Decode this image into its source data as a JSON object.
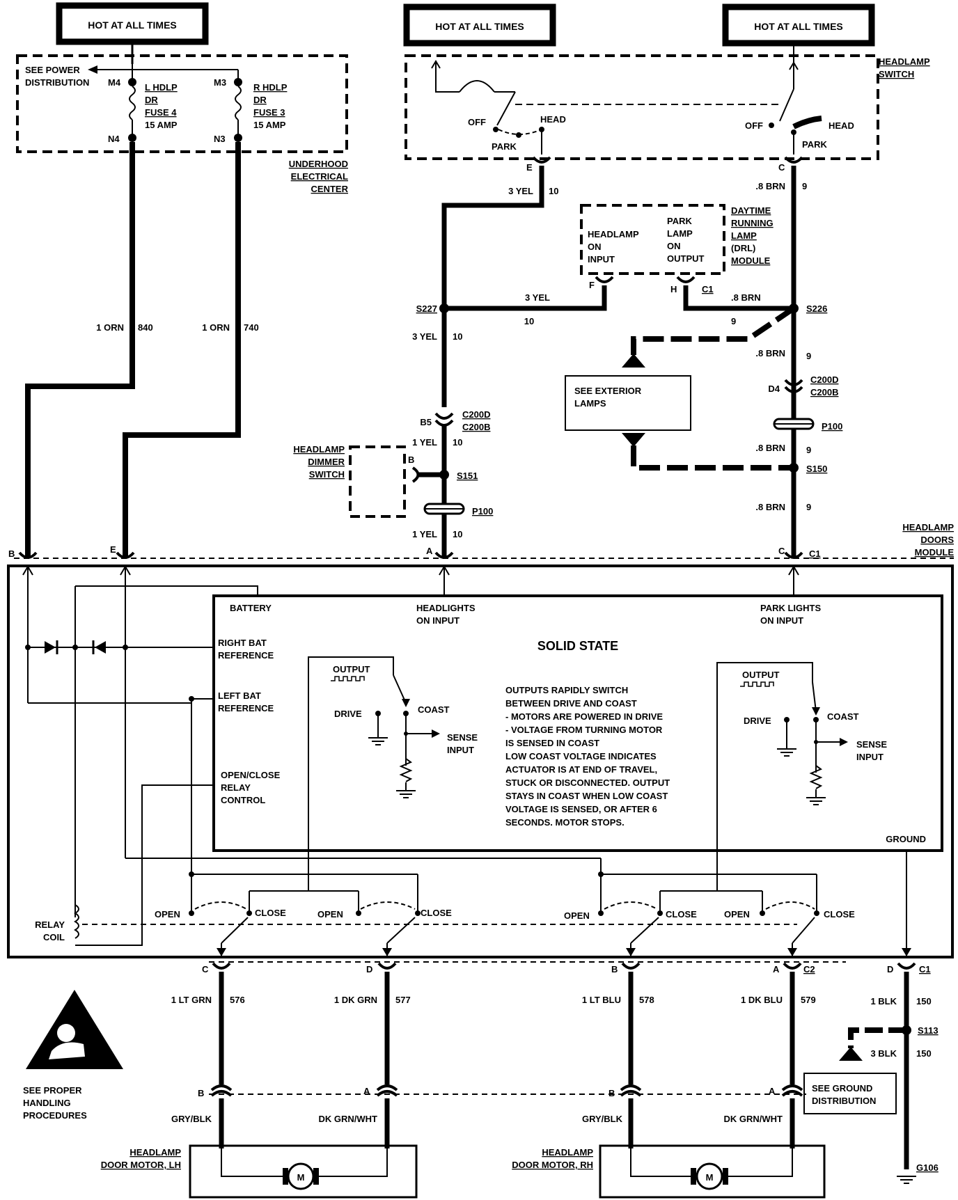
{
  "labels": {
    "hot1": "HOT AT ALL TIMES",
    "hot2": "HOT AT ALL TIMES",
    "hot3": "HOT AT ALL TIMES",
    "see_power_1": "SEE POWER",
    "see_power_2": "DISTRIBUTION",
    "m4": "M4",
    "m3": "M3",
    "n4": "N4",
    "n3": "N3",
    "fuse4_1": "L HDLP",
    "fuse4_2": "DR",
    "fuse4_3": "FUSE 4",
    "fuse4_4": "15 AMP",
    "fuse3_1": "R HDLP",
    "fuse3_2": "DR",
    "fuse3_3": "FUSE 3",
    "fuse3_4": "15 AMP",
    "uec_1": "UNDERHOOD",
    "uec_2": "ELECTRICAL",
    "uec_3": "CENTER",
    "hs_1": "HEADLAMP",
    "hs_2": "SWITCH",
    "off": "OFF",
    "head": "HEAD",
    "park": "PARK",
    "off2": "OFF",
    "head2": "HEAD",
    "park2": "PARK",
    "conn_e": "E",
    "conn_c": "C",
    "w_3yel_1": "3 YEL",
    "w_10_1": "10",
    "w_8brn_1": ".8 BRN",
    "w_9_1": "9",
    "drl_1": "DAYTIME",
    "drl_2": "RUNNING",
    "drl_3": "LAMP",
    "drl_4": "(DRL)",
    "drl_5": "MODULE",
    "drl_in_1": "HEADLAMP",
    "drl_in_2": "ON",
    "drl_in_3": "INPUT",
    "drl_out_1": "PARK",
    "drl_out_2": "LAMP",
    "drl_out_3": "ON",
    "drl_out_4": "OUTPUT",
    "drl_f": "F",
    "drl_h": "H",
    "drl_c1": "C1",
    "w_3yel_2": "3 YEL",
    "w_10_2": "10",
    "w_8brn_2": ".8 BRN",
    "w_9_2": "9",
    "s227": "S227",
    "s226": "S226",
    "w_1orn_a": "1 ORN",
    "w_840": "840",
    "w_1orn_b": "1 ORN",
    "w_740": "740",
    "w_3yel_3": "3 YEL",
    "w_10_3": "10",
    "w_8brn_3": ".8 BRN",
    "w_9_3": "9",
    "see_ext_1": "SEE EXTERIOR",
    "see_ext_2": "LAMPS",
    "b5": "B5",
    "c200d_l": "C200D",
    "c200b_l": "C200B",
    "d4": "D4",
    "c200d_r": "C200D",
    "c200b_r": "C200B",
    "p100_r": "P100",
    "w_1yel_1": "1 YEL",
    "w_10_4": "10",
    "w_8brn_4": ".8 BRN",
    "w_9_4": "9",
    "dim_1": "HEADLAMP",
    "dim_2": "DIMMER",
    "dim_3": "SWITCH",
    "dim_b": "B",
    "s151": "S151",
    "s150": "S150",
    "p100_l": "P100",
    "w_8brn_5": ".8 BRN",
    "w_9_5": "9",
    "w_1yel_2": "1 YEL",
    "w_10_5": "10",
    "hdm_1": "HEADLAMP",
    "hdm_2": "DOORS",
    "hdm_3": "MODULE",
    "pin_b": "B",
    "pin_e": "E",
    "pin_a": "A",
    "pin_c": "C",
    "pin_c1": "C1",
    "battery": "BATTERY",
    "hl_on_1": "HEADLIGHTS",
    "hl_on_2": "ON INPUT",
    "pl_on_1": "PARK LIGHTS",
    "pl_on_2": "ON INPUT",
    "solid_state": "SOLID STATE",
    "rbr_1": "RIGHT BAT",
    "rbr_2": "REFERENCE",
    "lbr_1": "LEFT BAT",
    "lbr_2": "REFERENCE",
    "ocr_1": "OPEN/CLOSE",
    "ocr_2": "RELAY",
    "ocr_3": "CONTROL",
    "output_l": "OUTPUT",
    "drive_l": "DRIVE",
    "coast_l": "COAST",
    "sense_l_1": "SENSE",
    "sense_l_2": "INPUT",
    "output_r": "OUTPUT",
    "drive_r": "DRIVE",
    "coast_r": "COAST",
    "sense_r_1": "SENSE",
    "sense_r_2": "INPUT",
    "desc": [
      "OUTPUTS RAPIDLY SWITCH",
      "BETWEEN DRIVE AND COAST",
      "- MOTORS ARE POWERED IN DRIVE",
      "- VOLTAGE FROM TURNING MOTOR",
      "  IS SENSED IN COAST",
      "LOW COAST VOLTAGE INDICATES",
      "ACTUATOR IS AT END OF TRAVEL,",
      "STUCK OR DISCONNECTED.  OUTPUT",
      "STAYS IN COAST WHEN LOW COAST",
      "VOLTAGE IS SENSED, OR AFTER 6",
      "SECONDS.  MOTOR STOPS."
    ],
    "ground": "GROUND",
    "open1": "OPEN",
    "close1": "CLOSE",
    "open2": "OPEN",
    "close2": "CLOSE",
    "open3": "OPEN",
    "close3": "CLOSE",
    "open4": "OPEN",
    "close4": "CLOSE",
    "relay_1": "RELAY",
    "relay_2": "COIL",
    "p_c": "C",
    "p_d": "D",
    "p_b": "B",
    "p_a": "A",
    "p_c2": "C2",
    "p_d2": "D",
    "p_c1b": "C1",
    "w576a": "1 LT GRN",
    "w576b": "576",
    "w577a": "1 DK GRN",
    "w577b": "577",
    "w578a": "1 LT BLU",
    "w578b": "578",
    "w579a": "1 DK BLU",
    "w579b": "579",
    "w150a": "1 BLK",
    "w150b": "150",
    "s113": "S113",
    "w150c": "3 BLK",
    "w150d": "150",
    "see_gnd_1": "SEE GROUND",
    "see_gnd_2": "DISTRIBUTION",
    "mB_l": "B",
    "mA_l": "A",
    "mB_r": "B",
    "mA_r": "A",
    "gry_l": "GRY/BLK",
    "dkg_l": "DK GRN/WHT",
    "gry_r": "GRY/BLK",
    "dkg_r": "DK GRN/WHT",
    "mot_l_1": "HEADLAMP",
    "mot_l_2": "DOOR MOTOR, LH",
    "mot_r_1": "HEADLAMP",
    "mot_r_2": "DOOR MOTOR, RH",
    "m_l": "M",
    "m_r": "M",
    "g106": "G106",
    "warn_1": "SEE PROPER",
    "warn_2": "HANDLING",
    "warn_3": "PROCEDURES"
  }
}
